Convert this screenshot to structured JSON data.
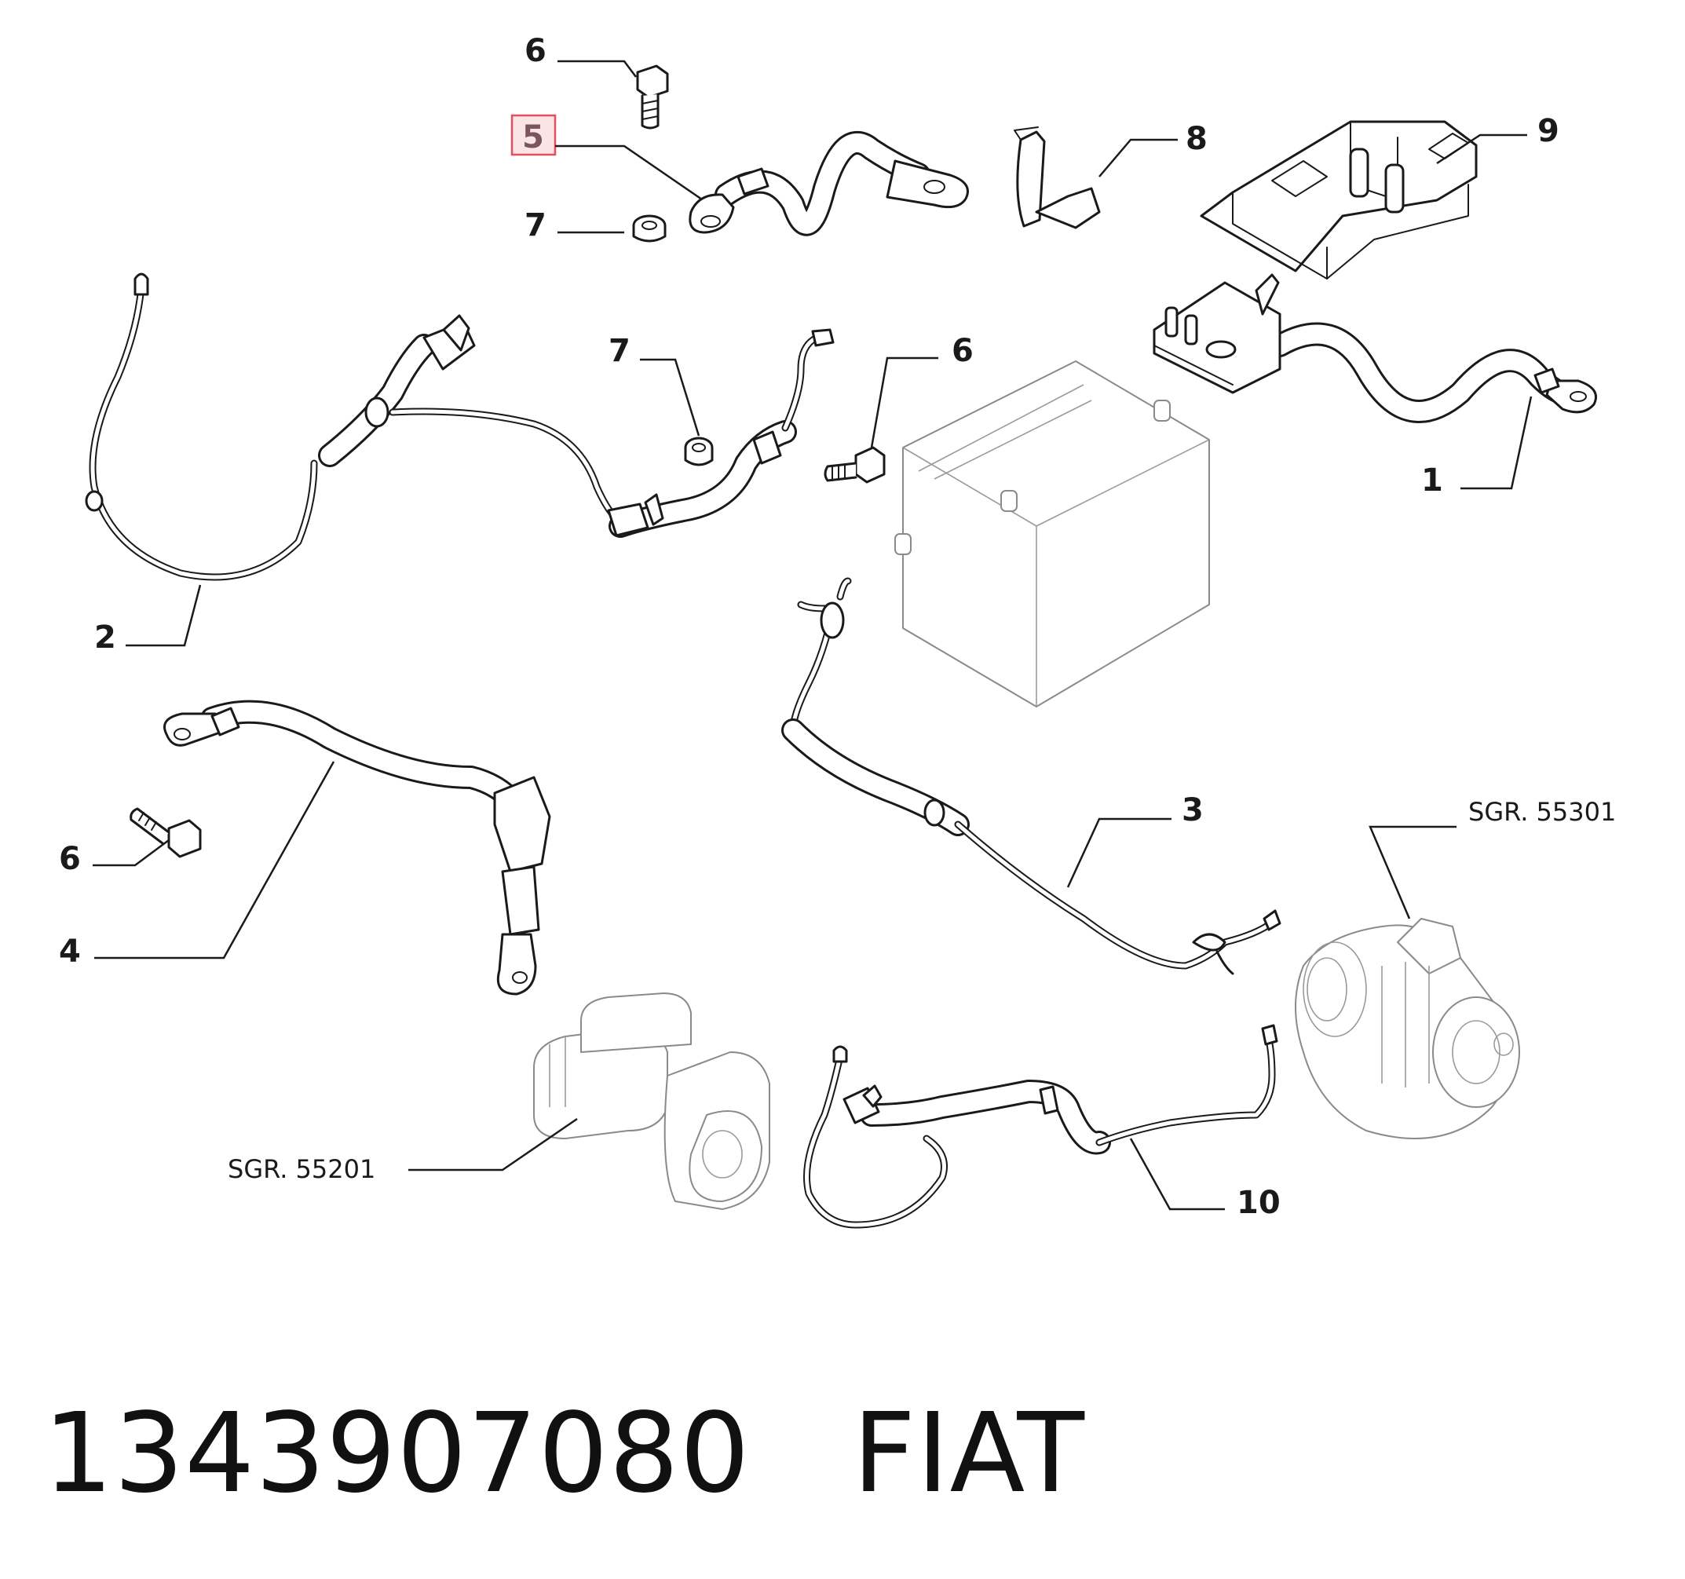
{
  "callouts": {
    "c1": "1",
    "c2": "2",
    "c3": "3",
    "c4": "4",
    "c5": "5",
    "c6a": "6",
    "c6b": "6",
    "c6c": "6",
    "c7a": "7",
    "c7b": "7",
    "c8": "8",
    "c9": "9",
    "c10": "10"
  },
  "references": {
    "alternator": "SGR. 55301",
    "starter": "SGR. 55201"
  },
  "highlight_color": "#e05060",
  "footer": {
    "part_number": "1343907080",
    "brand": "FIAT"
  }
}
